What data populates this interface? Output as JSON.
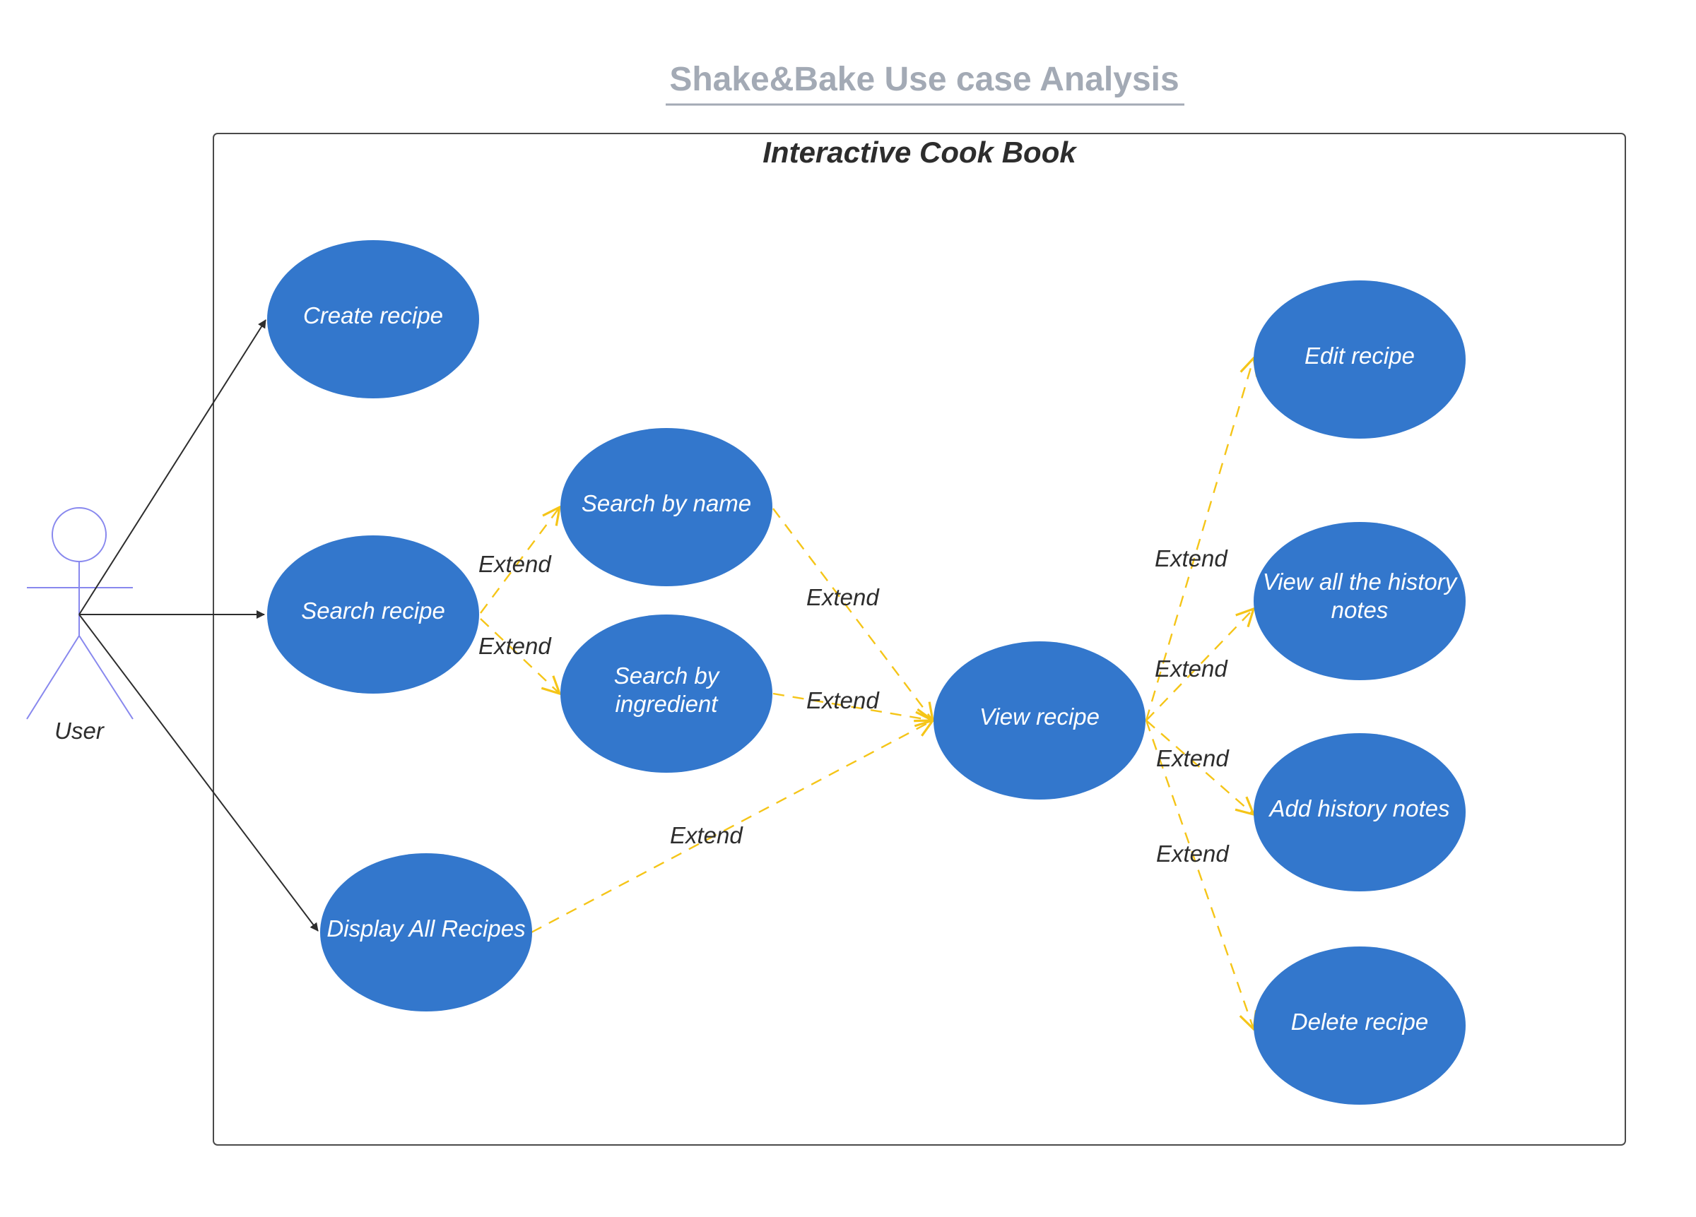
{
  "title": "Shake&Bake Use case Analysis",
  "system": {
    "name": "Interactive Cook Book"
  },
  "actor": {
    "name": "User"
  },
  "use_cases": {
    "create": {
      "lines": [
        "Create recipe"
      ]
    },
    "search": {
      "lines": [
        "Search recipe"
      ]
    },
    "by_name": {
      "lines": [
        "Search by name"
      ]
    },
    "by_ingredient": {
      "lines": [
        "Search by",
        "ingredient"
      ]
    },
    "display_all": {
      "lines": [
        "Display All Recipes"
      ]
    },
    "view": {
      "lines": [
        "View recipe"
      ]
    },
    "edit": {
      "lines": [
        "Edit recipe"
      ]
    },
    "view_history": {
      "lines": [
        "View all the history",
        "notes"
      ]
    },
    "add_history": {
      "lines": [
        "Add history notes"
      ]
    },
    "delete": {
      "lines": [
        "Delete recipe"
      ]
    }
  },
  "associations": [
    {
      "from": "User",
      "to": "Create recipe"
    },
    {
      "from": "User",
      "to": "Search recipe"
    },
    {
      "from": "User",
      "to": "Display All Recipes"
    }
  ],
  "extends": [
    {
      "from": "Search recipe",
      "to": "Search by name",
      "label": "Extend"
    },
    {
      "from": "Search recipe",
      "to": "Search by ingredient",
      "label": "Extend"
    },
    {
      "from": "Search by name",
      "to": "View recipe",
      "label": "Extend"
    },
    {
      "from": "Search by ingredient",
      "to": "View recipe",
      "label": "Extend"
    },
    {
      "from": "Display All Recipes",
      "to": "View recipe",
      "label": "Extend"
    },
    {
      "from": "View recipe",
      "to": "Edit recipe",
      "label": "Extend"
    },
    {
      "from": "View recipe",
      "to": "View all the history notes",
      "label": "Extend"
    },
    {
      "from": "View recipe",
      "to": "Add history notes",
      "label": "Extend"
    },
    {
      "from": "View recipe",
      "to": "Delete recipe",
      "label": "Extend"
    }
  ],
  "colors": {
    "use_case_fill": "#3377cc",
    "extend_line": "#f5c518",
    "association_line": "#2d2d2d",
    "actor": "#8888ee",
    "title": "#a3aab5"
  }
}
